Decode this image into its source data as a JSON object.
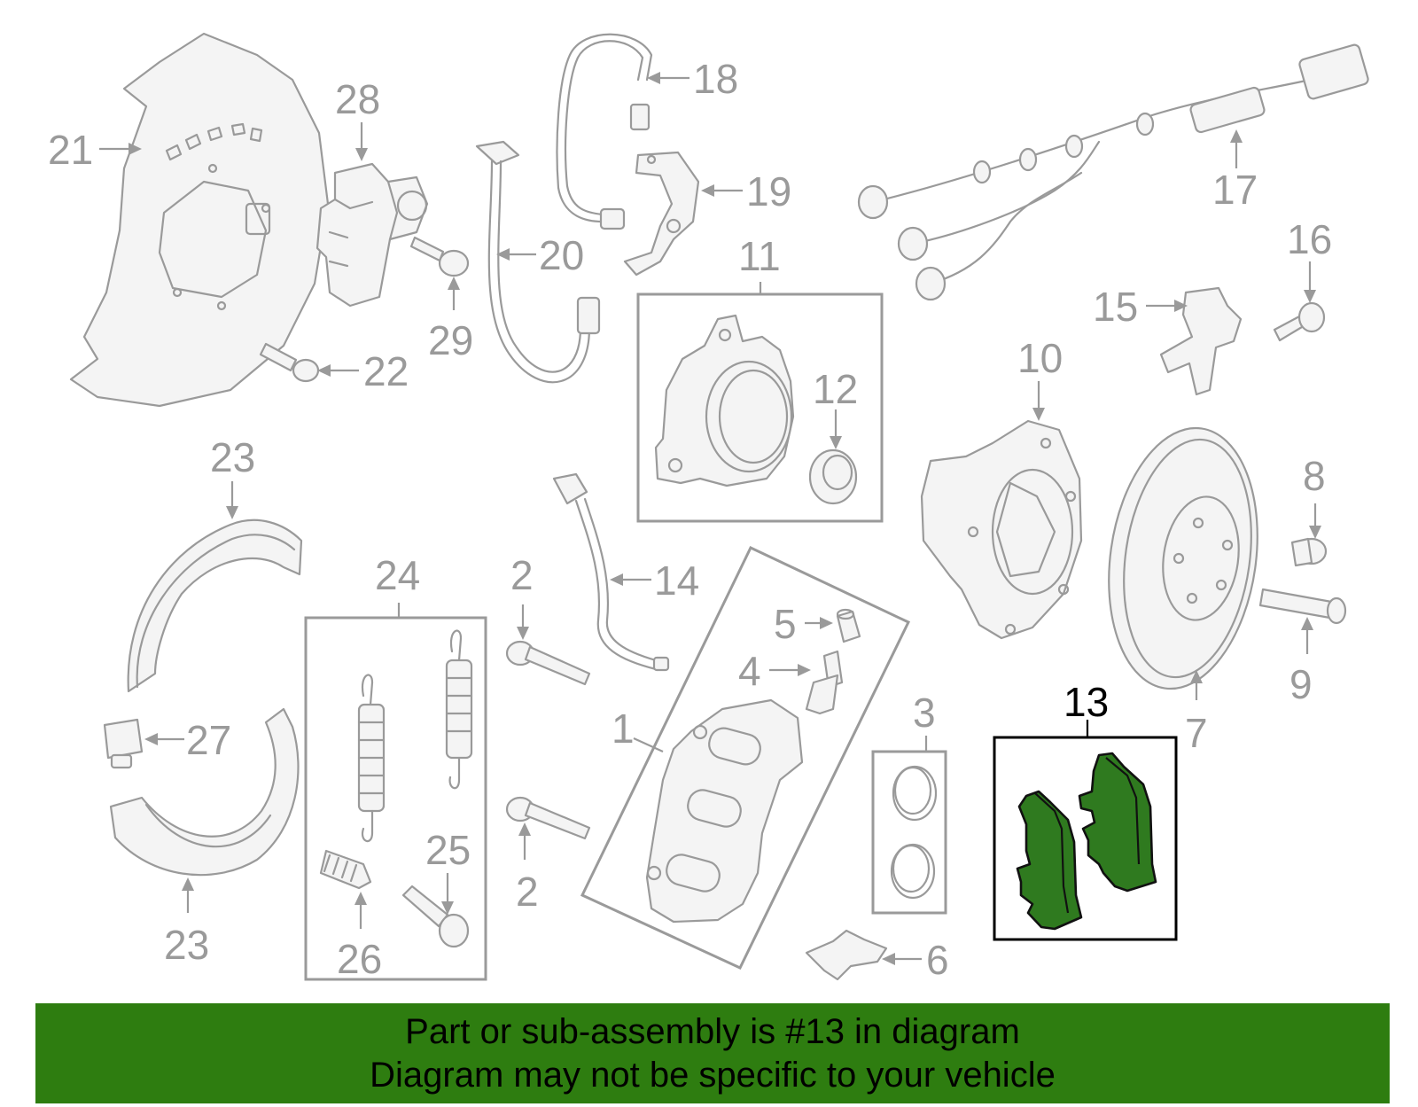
{
  "labels": {
    "l1": "1",
    "l2a": "2",
    "l2b": "2",
    "l3": "3",
    "l4": "4",
    "l5": "5",
    "l6": "6",
    "l7": "7",
    "l8": "8",
    "l9": "9",
    "l10": "10",
    "l11": "11",
    "l12": "12",
    "l13": "13",
    "l14": "14",
    "l15": "15",
    "l16": "16",
    "l17": "17",
    "l18": "18",
    "l19": "19",
    "l20": "20",
    "l21": "21",
    "l22": "22",
    "l23a": "23",
    "l23b": "23",
    "l24": "24",
    "l25": "25",
    "l26": "26",
    "l27": "27",
    "l28": "28",
    "l29": "29"
  },
  "banner": {
    "line1": "Part or sub-assembly is #13 in diagram",
    "line2": "Diagram may not be specific to your vehicle"
  },
  "colors": {
    "banner_bg": "#2e7d10",
    "highlight_part": "#2f7a1f",
    "line_gray": "#9a9a9a",
    "highlight_box": "#000000"
  }
}
